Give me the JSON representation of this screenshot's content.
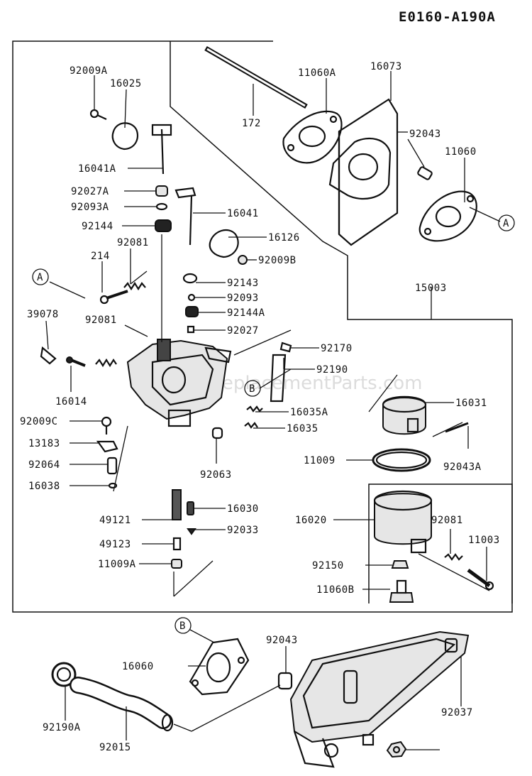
{
  "diagram_code": "E0160-A190A",
  "watermark": "eReplacementParts.com",
  "callouts": {
    "A": "A",
    "B": "B"
  },
  "part_labels": [
    "92009A",
    "16025",
    "172",
    "11060A",
    "16073",
    "92043",
    "11060",
    "16041A",
    "92027A",
    "92093A",
    "16041",
    "92144",
    "16126",
    "92009B",
    "214",
    "92081",
    "92143",
    "92093",
    "92144A",
    "39078",
    "92027",
    "15003",
    "92170",
    "92190",
    "16014",
    "16035A",
    "16031",
    "92009C",
    "16035",
    "13183",
    "11009",
    "92043A",
    "92064",
    "92063",
    "16038",
    "49121",
    "16030",
    "16020",
    "49123",
    "92033",
    "11003",
    "11009A",
    "92150",
    "11060B",
    "16060",
    "92037",
    "92190A",
    "92015"
  ]
}
